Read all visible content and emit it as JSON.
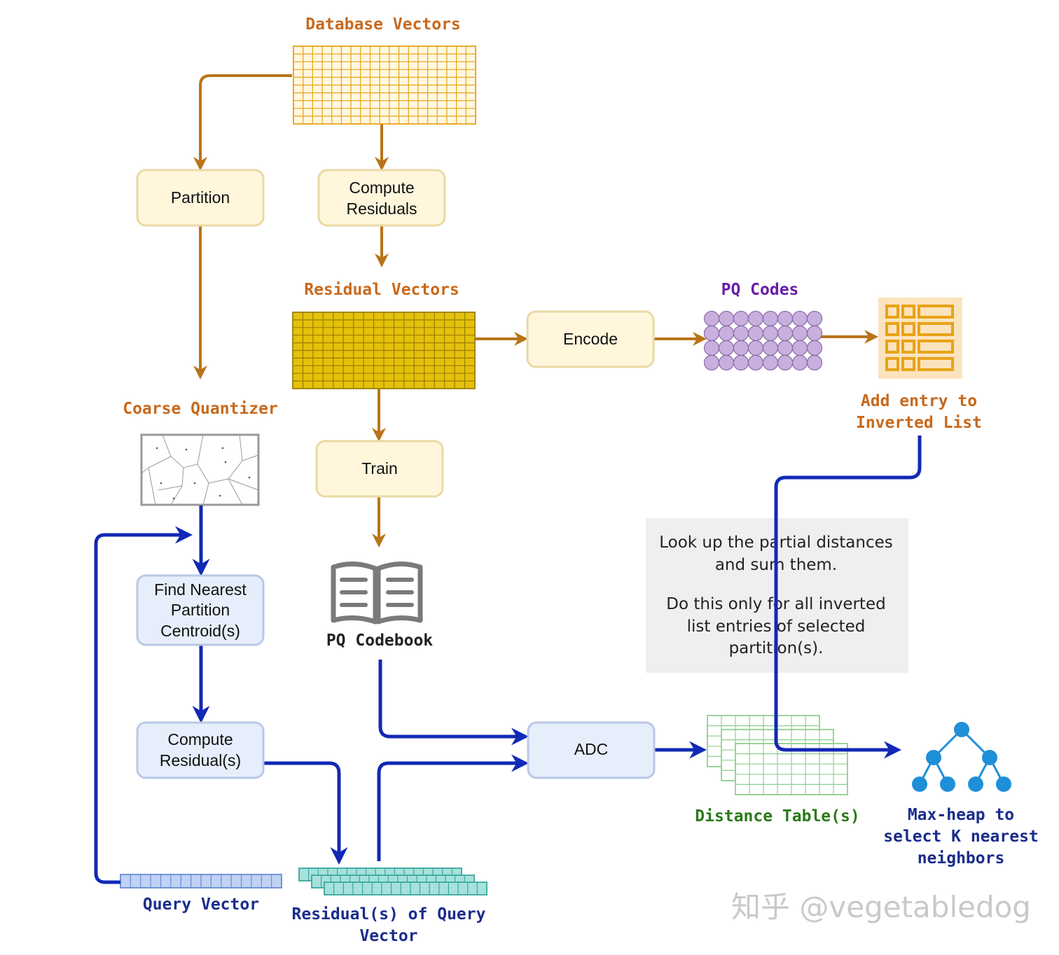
{
  "labels": {
    "database_vectors": "Database Vectors",
    "residual_vectors": "Residual Vectors",
    "pq_codes": "PQ Codes",
    "add_entry_line1": "Add entry to",
    "add_entry_line2": "Inverted List",
    "coarse_quantizer": "Coarse Quantizer",
    "pq_codebook": "PQ Codebook",
    "distance_tables": "Distance Table(s)",
    "max_heap_line1": "Max-heap to",
    "max_heap_line2": "select K nearest",
    "max_heap_line3": "neighbors",
    "query_vector": "Query Vector",
    "residual_query_line1": "Residual(s) of Query",
    "residual_query_line2": "Vector"
  },
  "boxes": {
    "partition": "Partition",
    "compute_residuals_line1": "Compute",
    "compute_residuals_line2": "Residuals",
    "encode": "Encode",
    "train": "Train",
    "find_nearest_line1": "Find Nearest",
    "find_nearest_line2": "Partition",
    "find_nearest_line3": "Centroid(s)",
    "compute_residual_q_line1": "Compute",
    "compute_residual_q_line2": "Residual(s)",
    "adc": "ADC"
  },
  "note": {
    "line1": "Look up the partial distances",
    "line2": "and sum them.",
    "line3": "Do this only for all inverted",
    "line4": "list entries of selected",
    "line5": "partition(s)."
  },
  "watermark": "知乎 @vegetabledog",
  "colors": {
    "orange_label": "#c8691c",
    "orange_arrow": "#b9741a",
    "blue_arrow": "#1129b5",
    "blue_label": "#1a2c8c",
    "purple_label": "#6a1ea6",
    "green_label": "#2a7a1a",
    "box_fill_yellow": "#fff6dc",
    "box_stroke_yellow": "#ead9a3",
    "box_fill_blue": "#e6eefb",
    "box_stroke_blue": "#b8c8e6",
    "residual_grid": "#e4c10a",
    "pq_dots": "#c7b0dd",
    "tree_blue": "#1f8fd8"
  }
}
